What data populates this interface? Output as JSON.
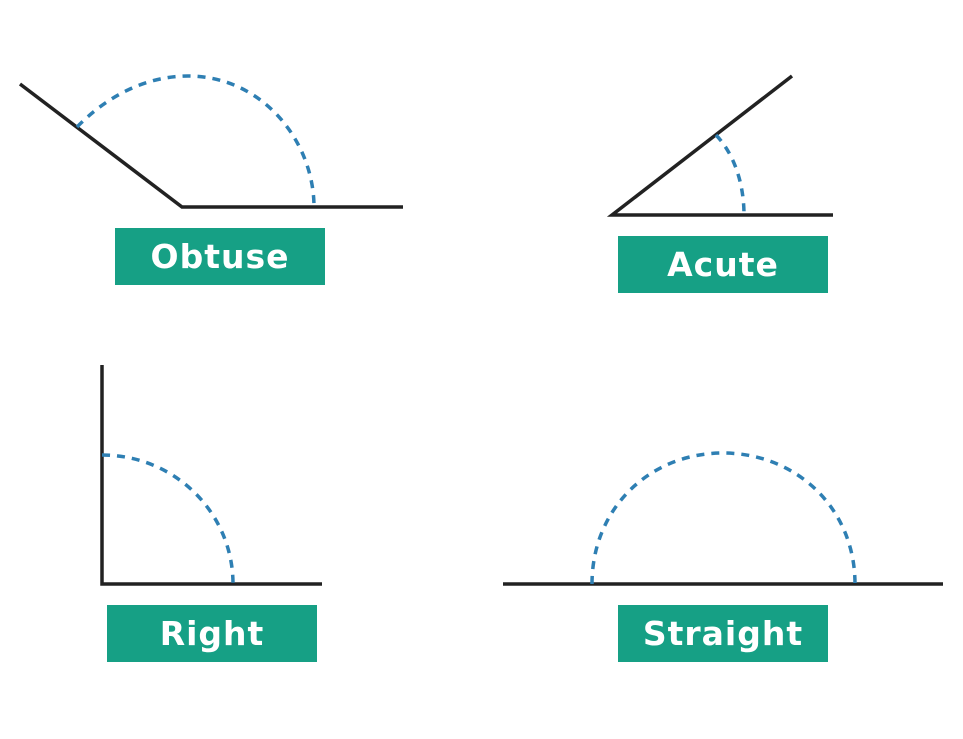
{
  "angles": [
    {
      "id": "obtuse",
      "label": "Obtuse"
    },
    {
      "id": "acute",
      "label": "Acute"
    },
    {
      "id": "right",
      "label": "Right"
    },
    {
      "id": "straight",
      "label": "Straight"
    }
  ],
  "colors": {
    "label_background": "#16a085",
    "label_text": "#ffffff",
    "ray": "#222222",
    "arc": "#2e7fb3"
  }
}
